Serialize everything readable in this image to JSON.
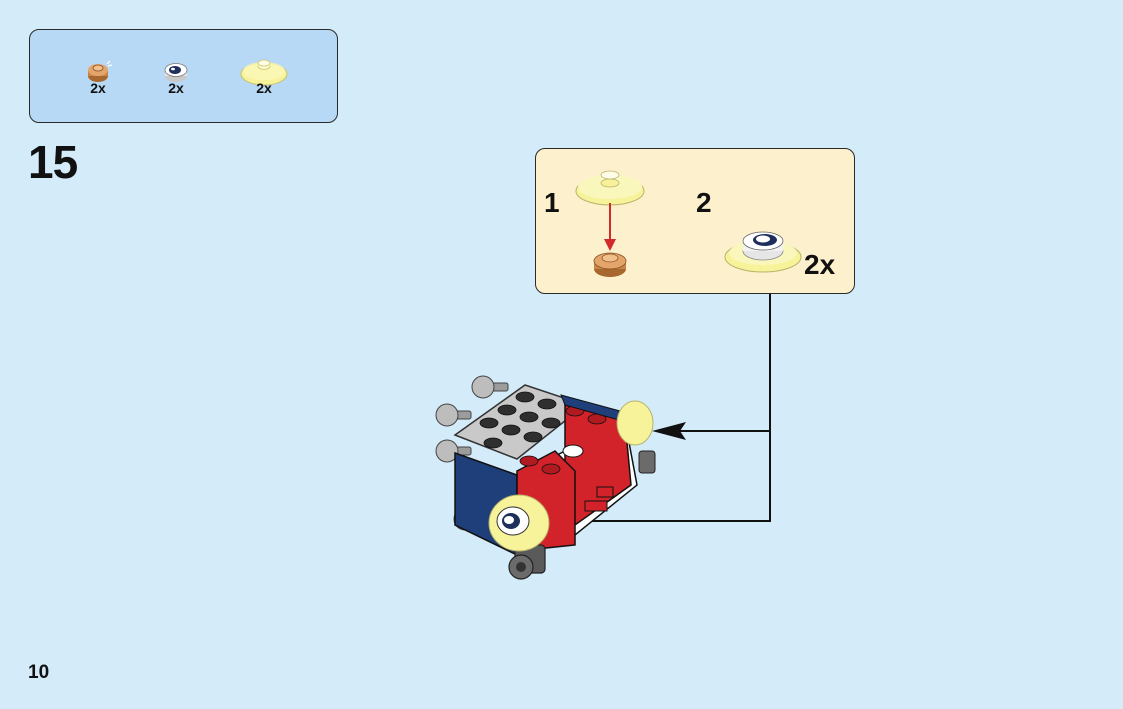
{
  "parts_list": {
    "items": [
      {
        "name": "round-plate-nougat",
        "qty": "2x",
        "color": "#d7955a"
      },
      {
        "name": "round-tile-eye",
        "qty": "2x",
        "color": "#ffffff"
      },
      {
        "name": "round-plate-trans-yellow",
        "qty": "2x",
        "color": "#f7f39a"
      }
    ]
  },
  "step": {
    "number": "15"
  },
  "sub_assembly": {
    "step1_label": "1",
    "step2_label": "2",
    "qty_label": "2x"
  },
  "colors": {
    "page_background": "#d4ebfa",
    "parts_box": "#b7d9f5",
    "sub_box": "#fdf0cc",
    "arrow_red": "#d22a2a"
  },
  "page": {
    "number": "10"
  }
}
